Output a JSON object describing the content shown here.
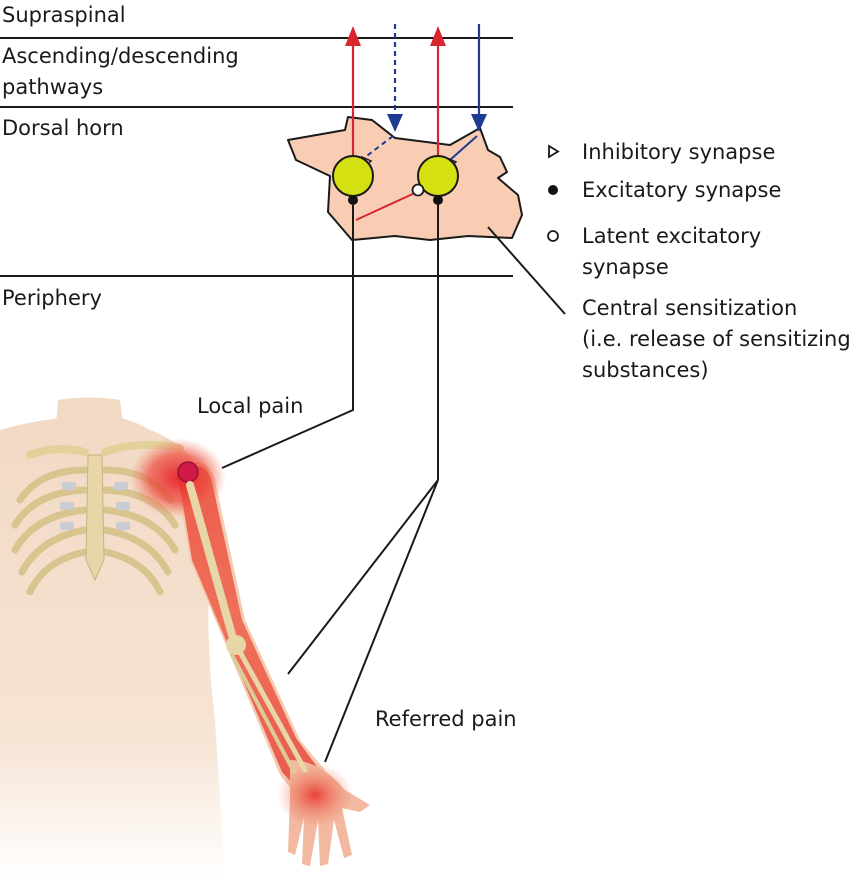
{
  "levels": {
    "supraspinal": "Supraspinal",
    "pathways_line1": "Ascending/descending",
    "pathways_line2": "pathways",
    "dorsal_horn": "Dorsal horn",
    "periphery": "Periphery"
  },
  "legend": {
    "inhibitory": "Inhibitory synapse",
    "excitatory": "Excitatory synapse",
    "latent_line1": "Latent excitatory",
    "latent_line2": "synapse"
  },
  "annotations": {
    "central_line1": "Central sensitization",
    "central_line2": "(i.e. release of sensitizing",
    "central_line3": "substances)",
    "local_pain": "Local pain",
    "referred_pain": "Referred pain"
  },
  "colors": {
    "ascending": "#d7262f",
    "descending": "#1f3a93",
    "neuron": "#d4e012",
    "dorsal_horn_fill": "#f9cdb4",
    "pain": "#e53a32",
    "line": "#1a1a1a"
  }
}
